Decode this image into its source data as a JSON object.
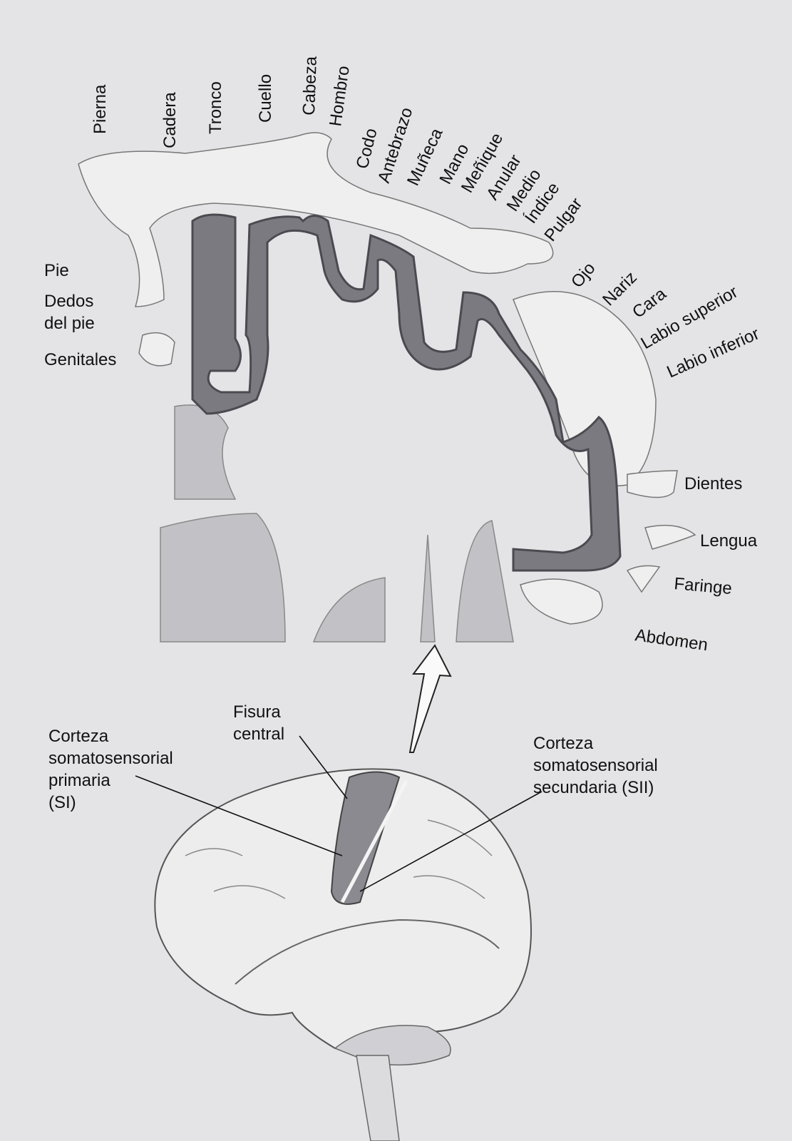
{
  "homunculus_labels": {
    "pierna": "Pierna",
    "cadera": "Cadera",
    "tronco": "Tronco",
    "cuello": "Cuello",
    "cabeza": "Cabeza",
    "hombro": "Hombro",
    "codo": "Codo",
    "antebrazo": "Antebrazo",
    "muneca": "Muñeca",
    "mano": "Mano",
    "menique": "Meñique",
    "anular": "Anular",
    "medio": "Medio",
    "indice": "Índice",
    "pulgar": "Pulgar",
    "ojo": "Ojo",
    "nariz": "Nariz",
    "cara": "Cara",
    "labio_superior": "Labio superior",
    "labio_inferior": "Labio inferior",
    "pie": "Pie",
    "dedos_line1": "Dedos",
    "dedos_line2": "del pie",
    "genitales": "Genitales",
    "dientes": "Dientes",
    "lengua": "Lengua",
    "faringe": "Faringe",
    "abdomen": "Abdomen"
  },
  "brain_labels": {
    "fisura_line1": "Fisura",
    "fisura_line2": "central",
    "si_line1": "Corteza",
    "si_line2": "somatosensorial",
    "si_line3": "primaria",
    "si_line4": "(SI)",
    "sii_line1": "Corteza",
    "sii_line2": "somatosensorial",
    "sii_line3": "secundaria (SII)"
  },
  "colors": {
    "background": "#e4e4e6",
    "cortex_band": "#77777c",
    "tissue": "#c4c4c8"
  }
}
